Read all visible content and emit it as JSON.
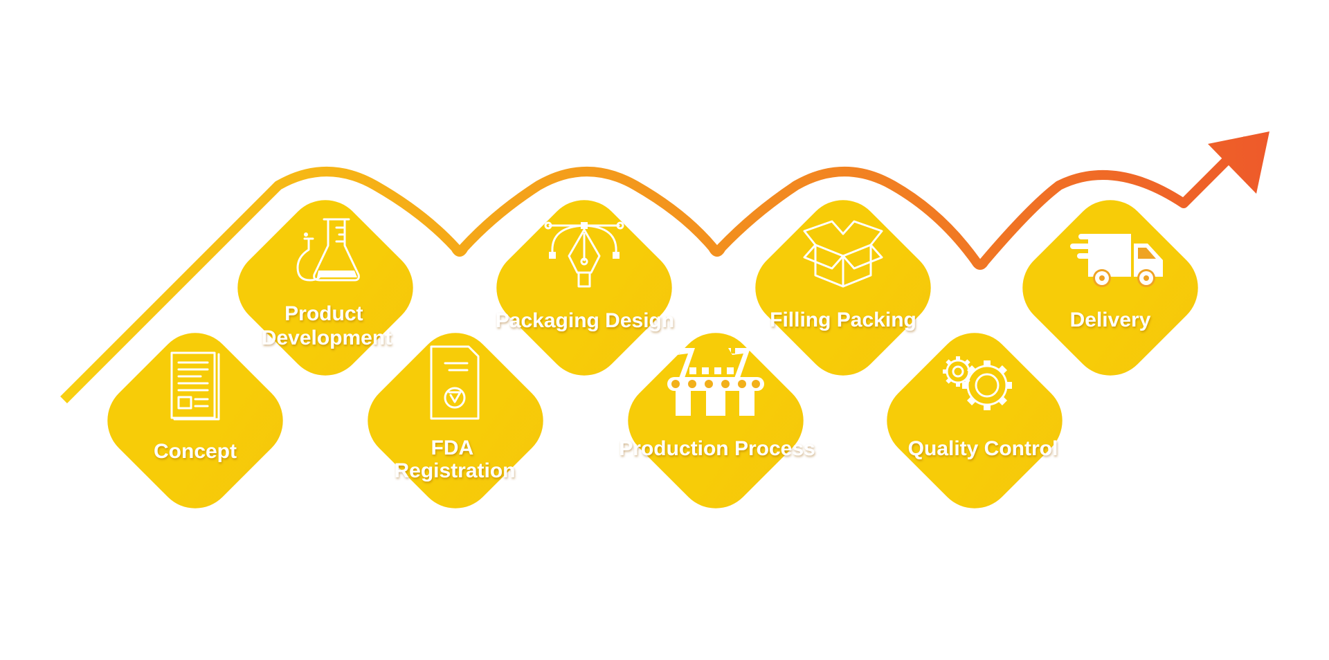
{
  "colors": {
    "gradient_start": "#F7CC08",
    "gradient_mid": "#F2AE1C",
    "gradient_end": "#EE9A24",
    "arrow_start": "#F8CF10",
    "arrow_end": "#EE5A2A",
    "label": "#FFFFFF"
  },
  "steps": [
    {
      "label_lines": [
        "Concept"
      ],
      "icon": "document-icon"
    },
    {
      "label_lines": [
        "Product",
        "Development"
      ],
      "icon": "lab-flasks-icon"
    },
    {
      "label_lines": [
        "FDA",
        "Registration"
      ],
      "icon": "certificate-document-icon"
    },
    {
      "label_lines": [
        "Packaging Design"
      ],
      "icon": "pen-tool-icon"
    },
    {
      "label_lines": [
        "Production Process"
      ],
      "icon": "factory-robot-icon"
    },
    {
      "label_lines": [
        "Filling Packing"
      ],
      "icon": "open-box-icon"
    },
    {
      "label_lines": [
        "Quality Control"
      ],
      "icon": "gears-icon"
    },
    {
      "label_lines": [
        "Delivery"
      ],
      "icon": "delivery-truck-icon"
    }
  ]
}
